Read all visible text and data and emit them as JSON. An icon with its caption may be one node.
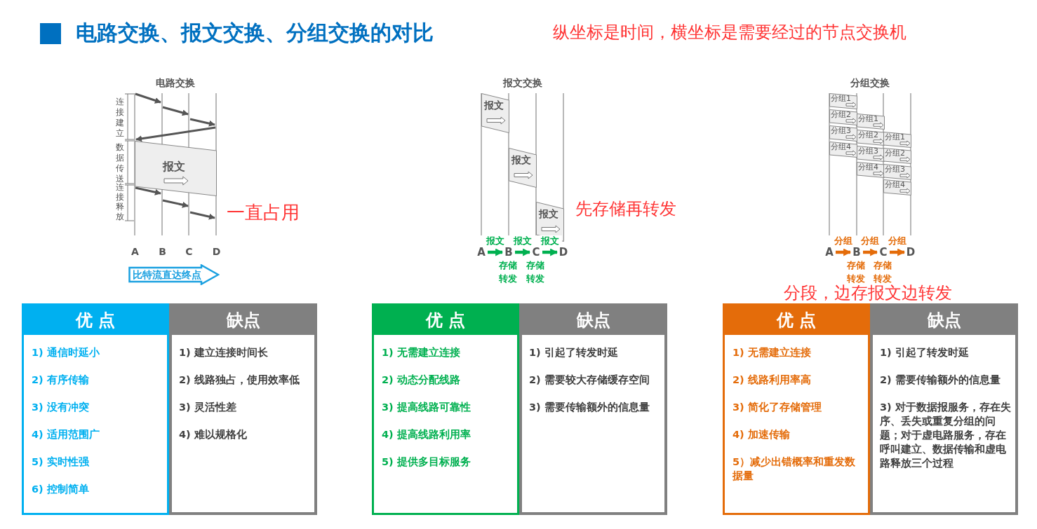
{
  "diagram": {
    "title": "电路交换、报文交换、分组交换的对比",
    "nodes": [
      {
        "text": [
          "报文"
        ]
      },
      {
        "text": [
          "比特流直达终点"
        ]
      },
      {
        "text": [
          "报文"
        ]
      },
      {
        "text": [
          "报文"
        ]
      },
      {
        "text": [
          "报文"
        ]
      },
      {
        "text": [
          "A"
        ]
      },
      {
        "text": [
          "B"
        ],
        "beside": [
          "存储转发"
        ]
      },
      {
        "text": [
          "C"
        ],
        "beside": [
          "存储转发"
        ]
      },
      {
        "text": [
          "D"
        ]
      },
      {
        "text": [
          "分组1"
        ]
      },
      {
        "text": [
          "分组2"
        ]
      },
      {
        "text": [
          "分组3"
        ]
      },
      {
        "text": [
          "分组4"
        ]
      },
      {
        "text": [
          "分组1"
        ]
      },
      {
        "text": [
          "分组2"
        ]
      },
      {
        "text": [
          "分组3"
        ]
      },
      {
        "text": [
          "分组4"
        ]
      },
      {
        "text": [
          "分组1"
        ]
      },
      {
        "text": [
          "分组2"
        ]
      },
      {
        "text": [
          "分组3"
        ]
      },
      {
        "text": [
          "分组4"
        ]
      },
      {
        "text": [
          "A"
        ]
      },
      {
        "text": [
          "B"
        ],
        "beside": [
          "存储转发"
        ]
      },
      {
        "text": [
          "C"
        ],
        "beside": [
          "存储转发"
        ]
      },
      {
        "text": [
          "D"
        ]
      },
      {
        "text": [
          "优 点",
          "1) 通信时延小",
          "2) 有序传输",
          "3) 没有冲突",
          "4) 适用范围广",
          "5) 实时性强",
          "6) 控制简单"
        ]
      },
      {
        "text": [
          "缺点",
          "1) 建立连接时间长",
          "2) 线路独占，使用效率低",
          "3) 灵活性差",
          "4) 难以规格化"
        ]
      },
      {
        "text": [
          "优 点",
          "1) 无需建立连接",
          "2) 动态分配线路",
          "3) 提高线路可靠性",
          "4) 提高线路利用率",
          "5) 提供多目标服务"
        ]
      },
      {
        "text": [
          "缺点",
          "1) 引起了转发时延",
          "2) 需要较大存储缓存空间",
          "3) 需要传输额外的信息量"
        ]
      },
      {
        "text": [
          "优 点",
          "1) 无需建立连接",
          "2) 线路利用率高",
          "3) 简化了存储管理",
          "4) 加速传输",
          "5）减少出错概率和重发数据量"
        ]
      },
      {
        "text": [
          "缺点",
          "1) 引起了转发时延",
          "2) 需要传输额外的信息量",
          "3) 对于数据报服务，存在失序、丢失或重复分组的问题；对于虚电路服务，存在呼叫建立、数据传输和虚电路释放三个过程"
        ]
      }
    ],
    "edges": [
      {
        "from": 5,
        "to": 6,
        "arrow": "to",
        "label": "报文",
        "color": "#00b050"
      },
      {
        "from": 6,
        "to": 7,
        "arrow": "to",
        "label": "报文",
        "color": "#00b050"
      },
      {
        "from": 7,
        "to": 8,
        "arrow": "to",
        "label": "报文",
        "color": "#00b050"
      },
      {
        "from": 21,
        "to": 22,
        "arrow": "to",
        "label": "分组",
        "color": "#e46c0a"
      },
      {
        "from": 22,
        "to": 23,
        "arrow": "to",
        "label": "分组",
        "color": "#e46c0a"
      },
      {
        "from": 23,
        "to": 24,
        "arrow": "to",
        "label": "分组",
        "color": "#e46c0a"
      }
    ],
    "labels": [
      "纵坐标是时间，横坐标是需要经过的节点交换机",
      "电路交换",
      "连接建立",
      "数据传送",
      "连接释放",
      "A",
      "B",
      "C",
      "D",
      "一直占用",
      "报文交换",
      "先存储再转发",
      "分组交换",
      "分段，边存报文边转发"
    ]
  }
}
